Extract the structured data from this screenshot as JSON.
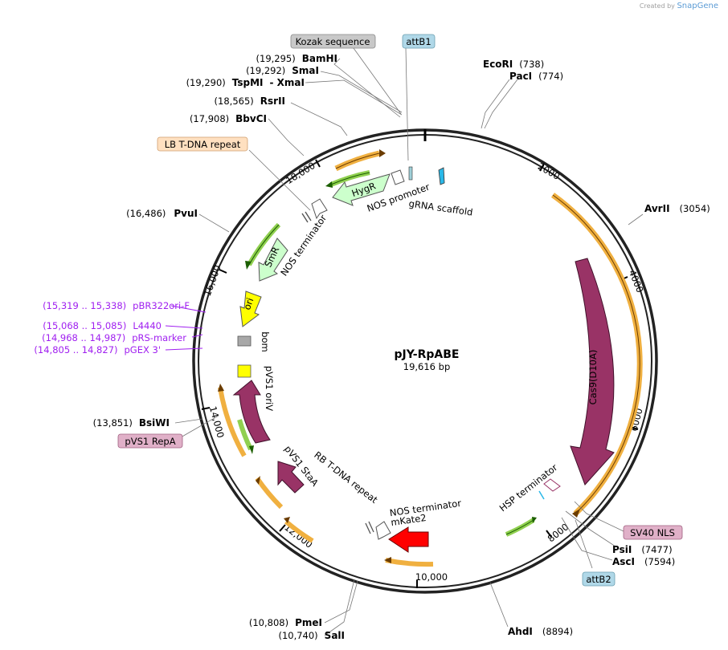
{
  "credit": {
    "prefix": "Created by",
    "brand": "SnapGene"
  },
  "plasmid": {
    "name": "pJY-RpABE",
    "size_label": "19,616 bp",
    "length": 19616
  },
  "ticks": [
    "2000",
    "4000",
    "6000",
    "8000",
    "10,000",
    "12,000",
    "14,000",
    "16,000",
    "18,000"
  ],
  "sites": [
    {
      "name": "EcoRI",
      "pos": "(738)"
    },
    {
      "name": "PacI",
      "pos": "(774)"
    },
    {
      "name": "AvrII",
      "pos": "(3054)"
    },
    {
      "name": "PsiI",
      "pos": "(7477)"
    },
    {
      "name": "AscI",
      "pos": "(7594)"
    },
    {
      "name": "AhdI",
      "pos": "(8894)"
    },
    {
      "name": "PmeI",
      "pos": "(10,808)"
    },
    {
      "name": "SalI",
      "pos": "(10,740)"
    },
    {
      "name": "BsiWI",
      "pos": "(13,851)"
    },
    {
      "name": "PvuI",
      "pos": "(16,486)"
    },
    {
      "name": "BbvCI",
      "pos": "(17,908)"
    },
    {
      "name": "RsrII",
      "pos": "(18,565)"
    },
    {
      "name": "TspMI",
      "pos": "(19,290)",
      "extra": "- XmaI"
    },
    {
      "name": "SmaI",
      "pos": "(19,292)"
    },
    {
      "name": "BamHI",
      "pos": "(19,295)"
    }
  ],
  "primers": [
    {
      "name": "pBR322ori-F",
      "range": "(15,319 .. 15,338)"
    },
    {
      "name": "L4440",
      "range": "(15,068 .. 15,085)"
    },
    {
      "name": "pRS-marker",
      "range": "(14,968 .. 14,987)"
    },
    {
      "name": "pGEX 3'",
      "range": "(14,805 .. 14,827)"
    }
  ],
  "boxed_labels": {
    "kozak": "Kozak sequence",
    "attB1": "attB1",
    "lb": "LB T-DNA repeat",
    "sv40": "SV40 NLS",
    "attB2": "attB2",
    "repA": "pVS1 RepA"
  },
  "features": {
    "hygr": "HygR",
    "nos_promoter": "NOS promoter",
    "grna": "gRNA scaffold",
    "nos_term_top": "NOS terminator",
    "smr": "SmR",
    "ori": "ori",
    "bom": "bom",
    "oriv": "pVS1 oriV",
    "staa": "pVS1 StaA",
    "rb": "RB T-DNA repeat",
    "nos_term_bottom": "NOS terminator",
    "mkate": "mKate2",
    "cas9": "Cas9(D10A)",
    "hsp": "HSP terminator"
  },
  "colors": {
    "backbone": "#333333",
    "cas9": "#993366",
    "primer": "#a020f0",
    "orange_arrow": "#f0b040",
    "green_arrow": "#90d050",
    "mkate": "#ff0000",
    "ori": "#ffff00",
    "marker": "#ccffcc"
  }
}
